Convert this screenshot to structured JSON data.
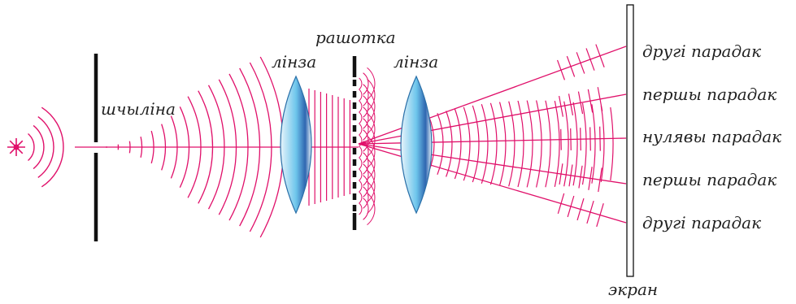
{
  "labels": {
    "slit": "шчыліна",
    "lens_1": "лінза",
    "grating": "рашотка",
    "lens_2": "лінза",
    "screen": "экран",
    "order_second_top": "другі парадак",
    "order_first_top": "першы парадак",
    "order_zero": "нулявы парадак",
    "order_first_bottom": "першы парадак",
    "order_second_bottom": "другі парадак"
  },
  "colors": {
    "wave": "#e0106a",
    "ink": "#111111",
    "lens_edge": "#2a6fa8",
    "lens_light": "#e8f4fb",
    "lens_mid": "#6ec6ec",
    "lens_dark": "#2f66b0"
  },
  "icons": {
    "source": "light-source-star-icon"
  }
}
